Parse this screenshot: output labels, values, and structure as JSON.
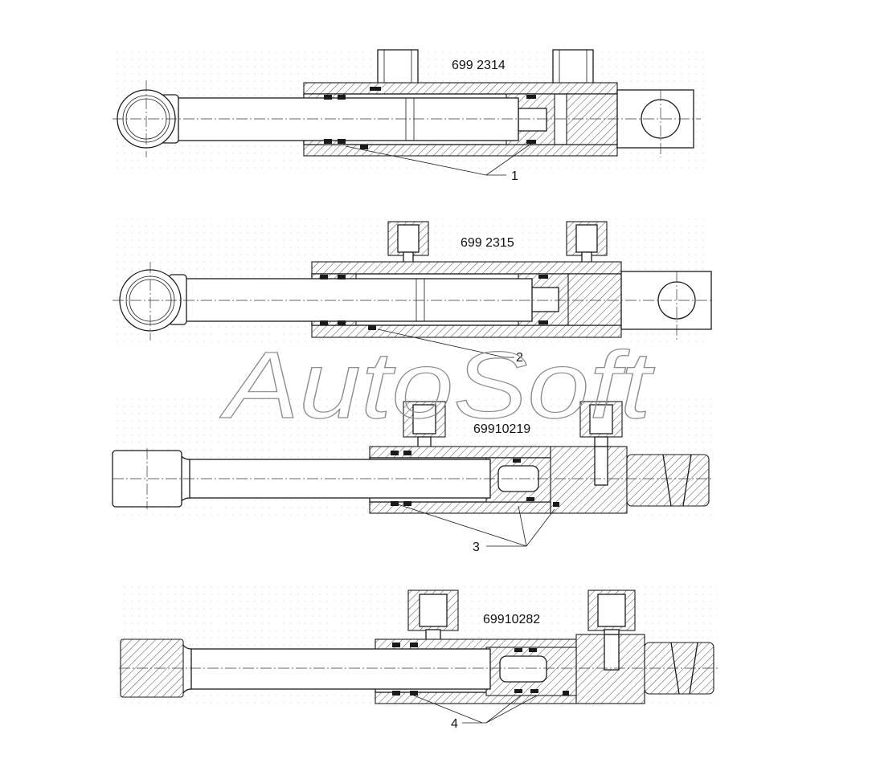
{
  "diagram": {
    "cylinders": [
      {
        "part_number": "699 2314",
        "callout": "1"
      },
      {
        "part_number": "699 2315",
        "callout": "2"
      },
      {
        "part_number": "69910219",
        "callout": "3"
      },
      {
        "part_number": "69910282",
        "callout": "4"
      }
    ],
    "watermark": "AutoSoft"
  }
}
